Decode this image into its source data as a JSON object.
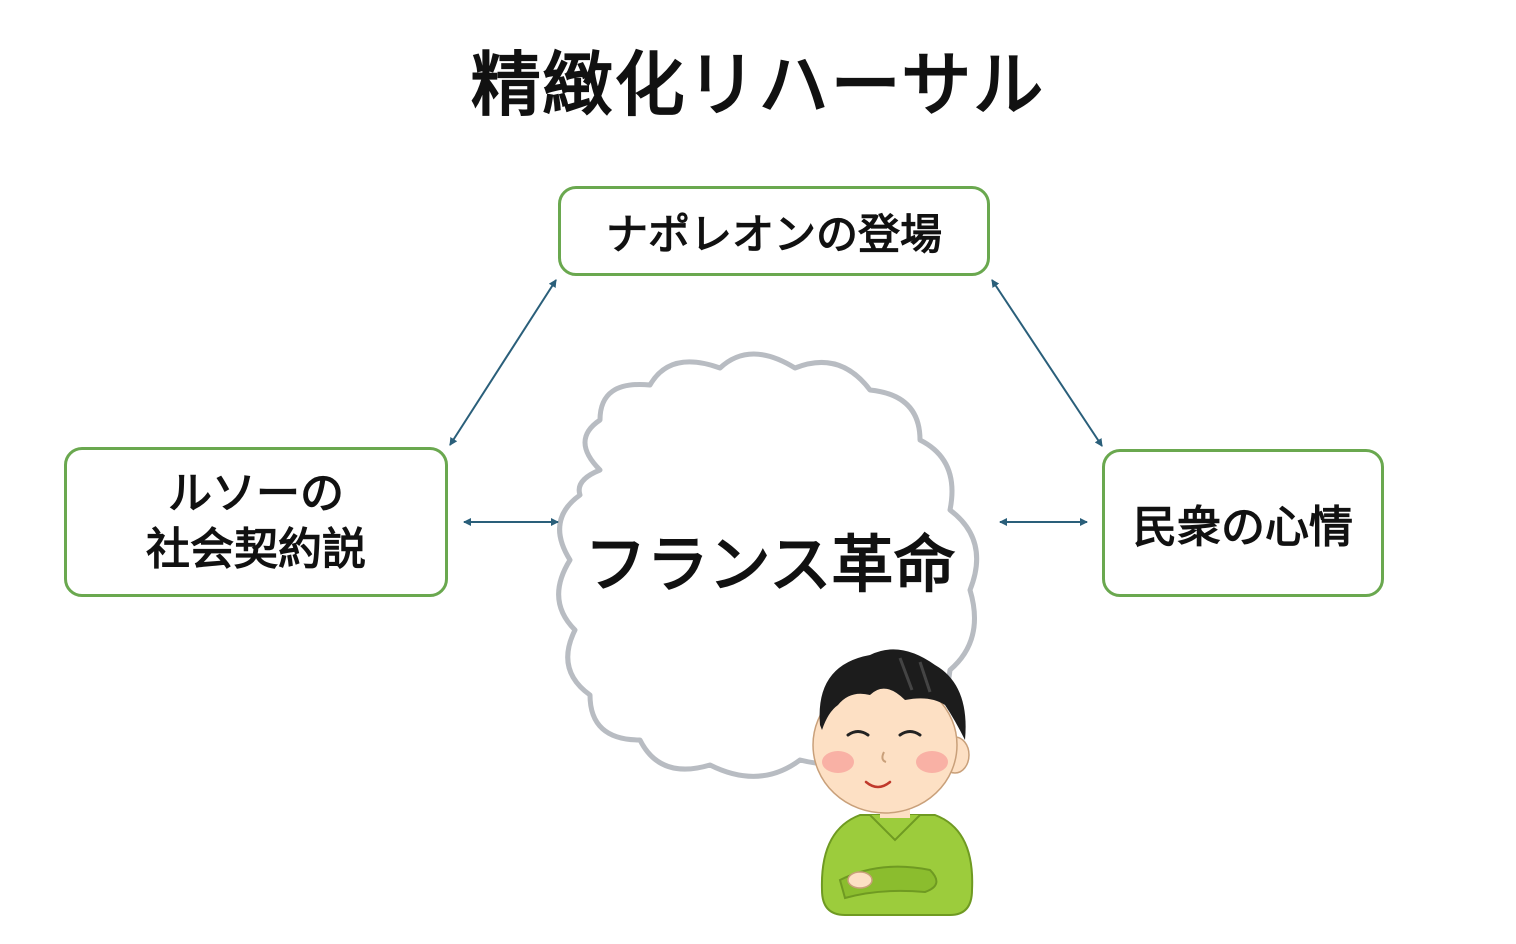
{
  "title": "精緻化リハーサル",
  "nodes": {
    "top": "ナポレオンの登場",
    "left_line1": "ルソーの",
    "left_line2": "社会契約説",
    "right": "民衆の心情",
    "center": "フランス革命"
  },
  "colors": {
    "box_border": "#6aa84f",
    "arrow": "#2a5f7a",
    "cloud_stroke": "#b8bcc2",
    "shirt": "#9ccc3c",
    "hair": "#1c1c1c",
    "skin": "#fde0c4",
    "cheek": "#f8a8a0"
  },
  "icons": {
    "thinking_person": "thinking-boy-illustration",
    "thought_cloud": "thought-cloud"
  }
}
